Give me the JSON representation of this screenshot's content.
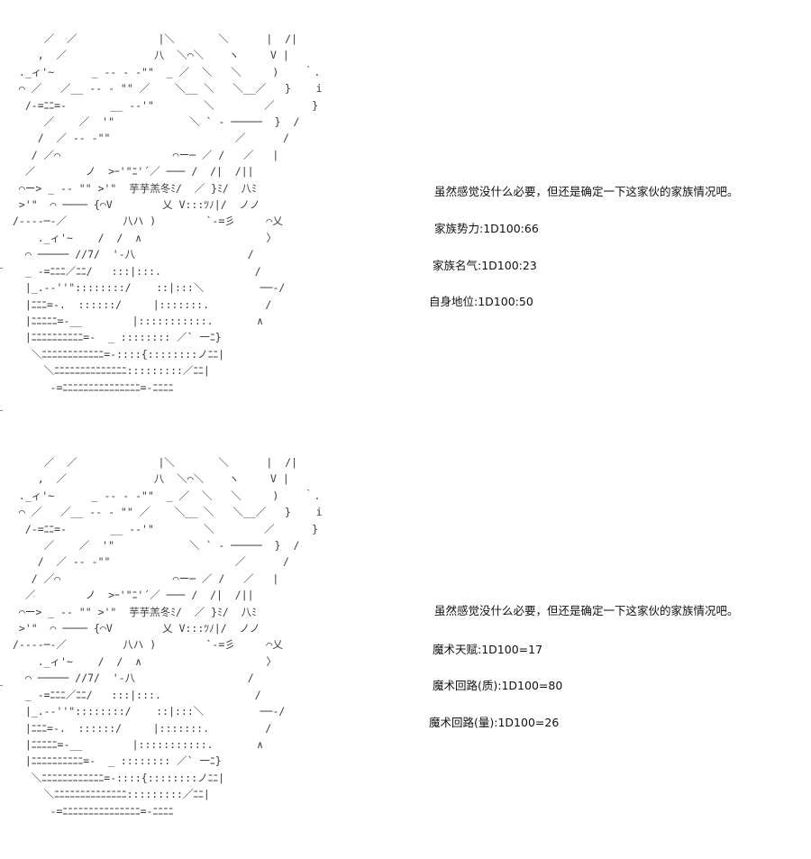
{
  "panels": [
    {
      "ascii_art": [
        "     ／  ／             |＼       ＼      |  /|",
        "    ,  ／              八  ＼⌒＼    ヽ     V |",
        " ._ィ'~      _ -‐ - ‐\"\"  _ ／  ＼   ＼     )    ｀.",
        " ⌒ ／   ／__ -‐ ‐ \"\" ／    ＼__ ＼   ＼__／   }    i",
        "  /‐=ﾆﾆ=-       __ -‐'\"        ＼        ／      }",
        "     ／    ／  '\"            ＼ ` - ─────  }  /",
        "    /  ／ -‐ ‐\"\"                    ／      /",
        "   / ／⌒                  ⌒ー─ ／ /   ／   |",
        "  ／        ノ  >ｰ'\"ﾆ'´／ ─── /  /|  /||",
        " ⌒ー> _ -‐ \"\" >'\"  芋芋羔冬ﾐ/  ／ }ﾐ/  八ﾐ",
        " >'\"  ⌒ ──── {⌒V        乂 V:::ﾂﾉ|/  ノノ",
        "/‐---─-／         八ハ )        `-=彡     ⌒乂",
        "    ._ィ'~    /  /  ∧                    〉",
        "  ⌒ ───── //7/  '‐八                  /",
        "  _ -=ﾆﾆﾆ／ﾆﾆ/   :::|:::.               /",
        "  |_.-‐''\"::::::::/    ::|:::＼         ──-/",
        "  |ﾆﾆﾆ=-.  ::::::/     |:::::::.         /",
        "  |ﾆﾆﾆﾆﾆ=-__        |:::::::::::.       ∧",
        "  |ﾆﾆﾆﾆﾆﾆﾆﾆﾆﾆ=-  _ :::::::: ／` 一ﾆ}",
        "   ＼ﾆﾆﾆﾆﾆﾆﾆﾆﾆﾆﾆﾆ=-::::{::::::::ノﾆﾆ|",
        "     ＼ﾆﾆﾆﾆﾆﾆﾆﾆﾆﾆﾆﾆﾆﾆ:::::::::／ﾆﾆ|",
        "      -=ﾆﾆﾆﾆﾆﾆﾆﾆﾆﾆﾆﾆﾆﾆﾆ=-ﾆﾆﾆﾆ"
      ],
      "lines": [
        "虽然感觉没什么必要，但还是确定一下这家伙的家族情况吧。",
        "家族势力:1D100:66",
        "家族名气:1D100:23",
        "自身地位:1D100:50"
      ]
    },
    {
      "ascii_art": [
        "     ／  ／             |＼       ＼      |  /|",
        "    ,  ／              八  ＼⌒＼    ヽ     V |",
        " ._ィ'~      _ -‐ - ‐\"\"  _ ／  ＼   ＼     )    ｀.",
        " ⌒ ／   ／__ -‐ ‐ \"\" ／    ＼__ ＼   ＼__／   }    i",
        "  /‐=ﾆﾆ=-       __ -‐'\"        ＼        ／      }",
        "     ／    ／  '\"            ＼ ` - ─────  }  /",
        "    /  ／ -‐ ‐\"\"                    ／      /",
        "   / ／⌒                  ⌒ー─ ／ /   ／   |",
        "  ／        ノ  >ｰ'\"ﾆ'´／ ─── /  /|  /||",
        " ⌒ー> _ -‐ \"\" >'\"  芋芋羔冬ﾐ/  ／ }ﾐ/  八ﾐ",
        " >'\"  ⌒ ──── {⌒V        乂 V:::ﾂﾉ|/  ノノ",
        "/‐---─-／         八ハ )        `-=彡     ⌒乂",
        "    ._ィ'~    /  /  ∧                    〉",
        "  ⌒ ───── //7/  '‐八                  /",
        "  _ -=ﾆﾆﾆ／ﾆﾆ/   :::|:::.               /",
        "  |_.-‐''\"::::::::/    ::|:::＼         ──-/",
        "  |ﾆﾆﾆ=-.  ::::::/     |:::::::.         /",
        "  |ﾆﾆﾆﾆﾆ=-__        |:::::::::::.       ∧",
        "  |ﾆﾆﾆﾆﾆﾆﾆﾆﾆﾆ=-  _ :::::::: ／` 一ﾆ}",
        "   ＼ﾆﾆﾆﾆﾆﾆﾆﾆﾆﾆﾆﾆ=-::::{::::::::ノﾆﾆ|",
        "     ＼ﾆﾆﾆﾆﾆﾆﾆﾆﾆﾆﾆﾆﾆﾆ:::::::::／ﾆﾆ|",
        "      -=ﾆﾆﾆﾆﾆﾆﾆﾆﾆﾆﾆﾆﾆﾆﾆ=-ﾆﾆﾆﾆ"
      ],
      "lines": [
        "虽然感觉没什么必要，但还是确定一下这家伙的家族情况吧。",
        "魔术天赋:1D100=17",
        "魔术回路(质):1D100=80",
        "魔术回路(量):1D100=26"
      ]
    }
  ]
}
